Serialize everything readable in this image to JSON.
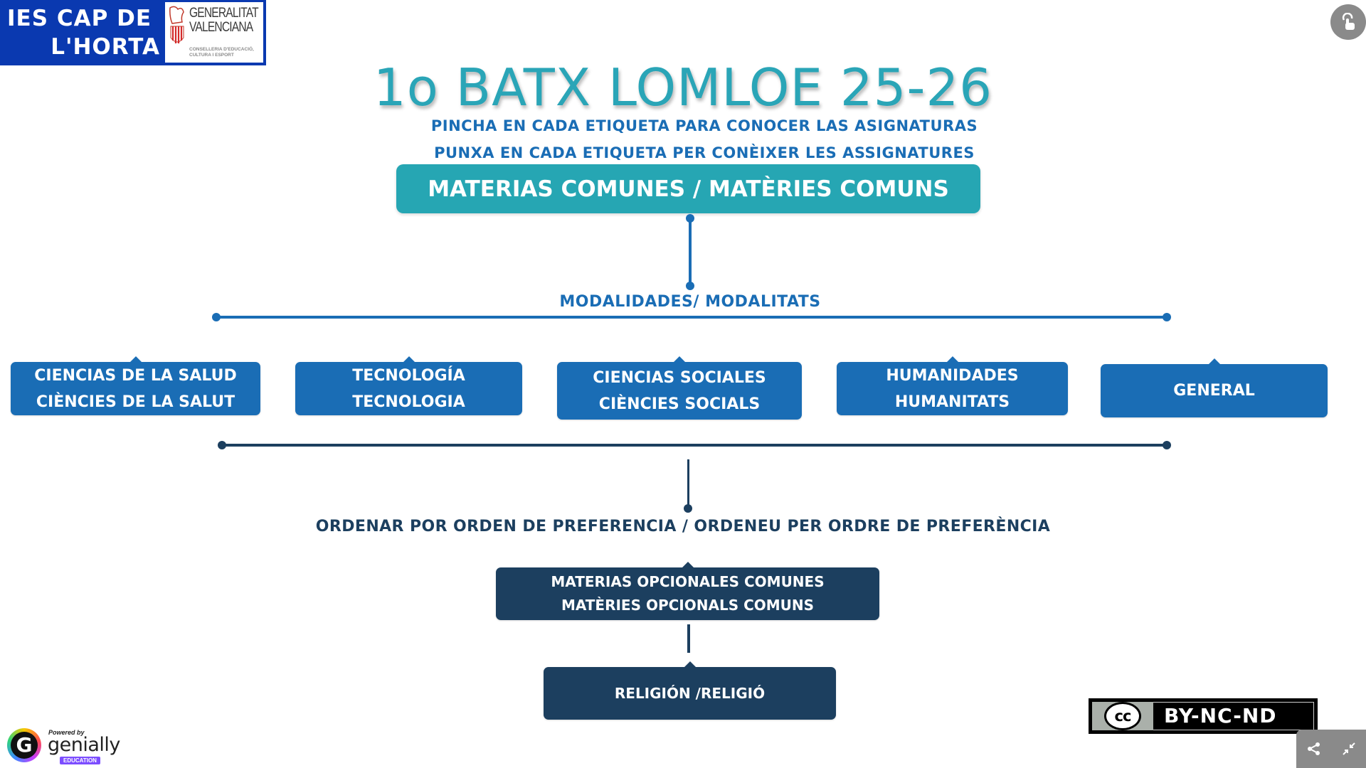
{
  "header": {
    "school_line1": "IES CAP DE",
    "school_line2": "L'HORTA",
    "gva_line1": "GENERALITAT",
    "gva_line2": "VALENCIANA",
    "gva_line3": "CONSELLERIA D'EDUCACIÓ,",
    "gva_line4": "CULTURA I ESPORT"
  },
  "title": "1o BATX LOMLOE  25-26",
  "subtitle_es": "PINCHA EN CADA ETIQUETA PARA CONOCER LAS ASIGNATURAS",
  "subtitle_va": "PUNXA EN CADA ETIQUETA PER CONÈIXER LES ASSIGNATURES",
  "common_subjects": "MATERIAS COMUNES / MATÈRIES COMUNS",
  "modalities_label": "MODALIDADES/ MODALITATS",
  "modalities": [
    {
      "es": "CIENCIAS DE LA SALUD",
      "va": "CIÈNCIES DE LA SALUT"
    },
    {
      "es": "TECNOLOGÍA",
      "va": "TECNOLOGIA"
    },
    {
      "es": "CIENCIAS SOCIALES",
      "va": "CIÈNCIES SOCIALS"
    },
    {
      "es": "HUMANIDADES",
      "va": "HUMANITATS"
    },
    {
      "es": "GENERAL",
      "va": ""
    }
  ],
  "order_label": "ORDENAR POR ORDEN DE PREFERENCIA / ORDENEU PER ORDRE DE PREFERÈNCIA",
  "optional_common": {
    "es": "MATERIAS OPCIONALES COMUNES",
    "va": "MATÈRIES OPCIONALS COMUNS"
  },
  "religion": "RELIGIÓN /RELIGIÓ",
  "footer": {
    "powered_by": "Powered by",
    "brand": "genially",
    "edition": "EDUCATION",
    "license_cc": "cc",
    "license": "BY-NC-ND"
  },
  "colors": {
    "teal": "#26a6b3",
    "blue": "#1a6db5",
    "navy": "#1c3f5f",
    "banner": "#0a39b0"
  }
}
